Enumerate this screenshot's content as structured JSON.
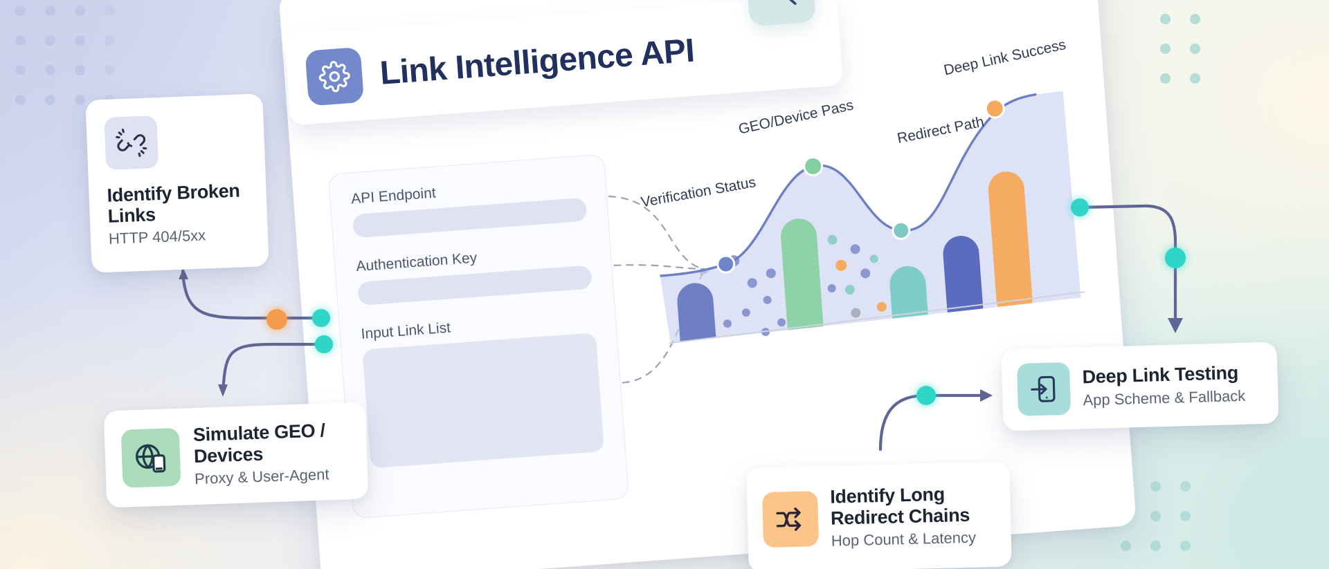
{
  "header": {
    "app_title": "Link Intelligence API",
    "gear_icon": "gear-icon",
    "search_icon": "search-icon"
  },
  "form": {
    "fields": [
      {
        "label": "API Endpoint",
        "type": "text-input",
        "value": ""
      },
      {
        "label": "Authentication Key",
        "type": "text-input",
        "value": ""
      },
      {
        "label": "Input Link List",
        "type": "textarea",
        "value": ""
      }
    ]
  },
  "cards": [
    {
      "id": "identify-broken-links",
      "title": "Identify Broken Links",
      "subtitle": "HTTP 404/5xx",
      "icon": "broken-link-icon",
      "tile_color": "#dfe2f2",
      "icon_color": "#2b3446"
    },
    {
      "id": "simulate-geo-devices",
      "title": "Simulate GEO / Devices",
      "subtitle": "Proxy & User-Agent",
      "icon": "globe-device-icon",
      "tile_color": "#aadcbb",
      "icon_color": "#1f3a46"
    },
    {
      "id": "deep-link-testing",
      "title": "Deep Link Testing",
      "subtitle": "App Scheme & Fallback",
      "icon": "phone-arrow-in-icon",
      "tile_color": "#a9ddd9",
      "icon_color": "#283a5c"
    },
    {
      "id": "identify-long-redirect-chains",
      "title": "Identify Long Redirect Chains",
      "subtitle": "Hop Count & Latency",
      "icon": "redirect-branch-icon",
      "tile_color": "#fbc489",
      "icon_color": "#2b2535"
    }
  ],
  "chart_data": {
    "type": "area",
    "title": "",
    "xlabel": "",
    "ylabel": "",
    "grid": false,
    "legend": "none",
    "annotations": [
      "Verification Status",
      "GEO/Device Pass",
      "Redirect Path",
      "Deep Link Success"
    ],
    "categories": [
      "Verification Status",
      "GEO/Device Pass",
      "Redirect Path",
      "Deep Link Success"
    ],
    "values": [
      28,
      72,
      46,
      96
    ],
    "ylim": [
      0,
      100
    ],
    "point_colors": [
      "#6f85c9",
      "#84cf9f",
      "#7fc9c4",
      "#f5a95a"
    ],
    "line_color": "#6c7fc4",
    "area_fill": "#c7cfee",
    "bars": [
      {
        "label": "bar-1",
        "color": "#6f7fc4",
        "height": 22
      },
      {
        "label": "bar-2",
        "color": "#8ed2a8",
        "height": 62
      },
      {
        "label": "bar-3",
        "color": "#7fcdc8",
        "height": 26
      },
      {
        "label": "bar-4",
        "color": "#5b6bbd",
        "height": 42
      },
      {
        "label": "bar-5",
        "color": "#f5ab62",
        "height": 66
      }
    ]
  },
  "colors": {
    "brand_indigo": "#7389cc",
    "title_navy": "#22305e",
    "teal_accent": "#2fd6c8",
    "orange_accent": "#f79b4e",
    "connector": "#5f6694"
  },
  "background": {
    "dot_pattern_top_left": "dot-grid",
    "dot_pattern_top_right": "dot-grid",
    "dot_pattern_bottom_right": "dot-grid"
  }
}
